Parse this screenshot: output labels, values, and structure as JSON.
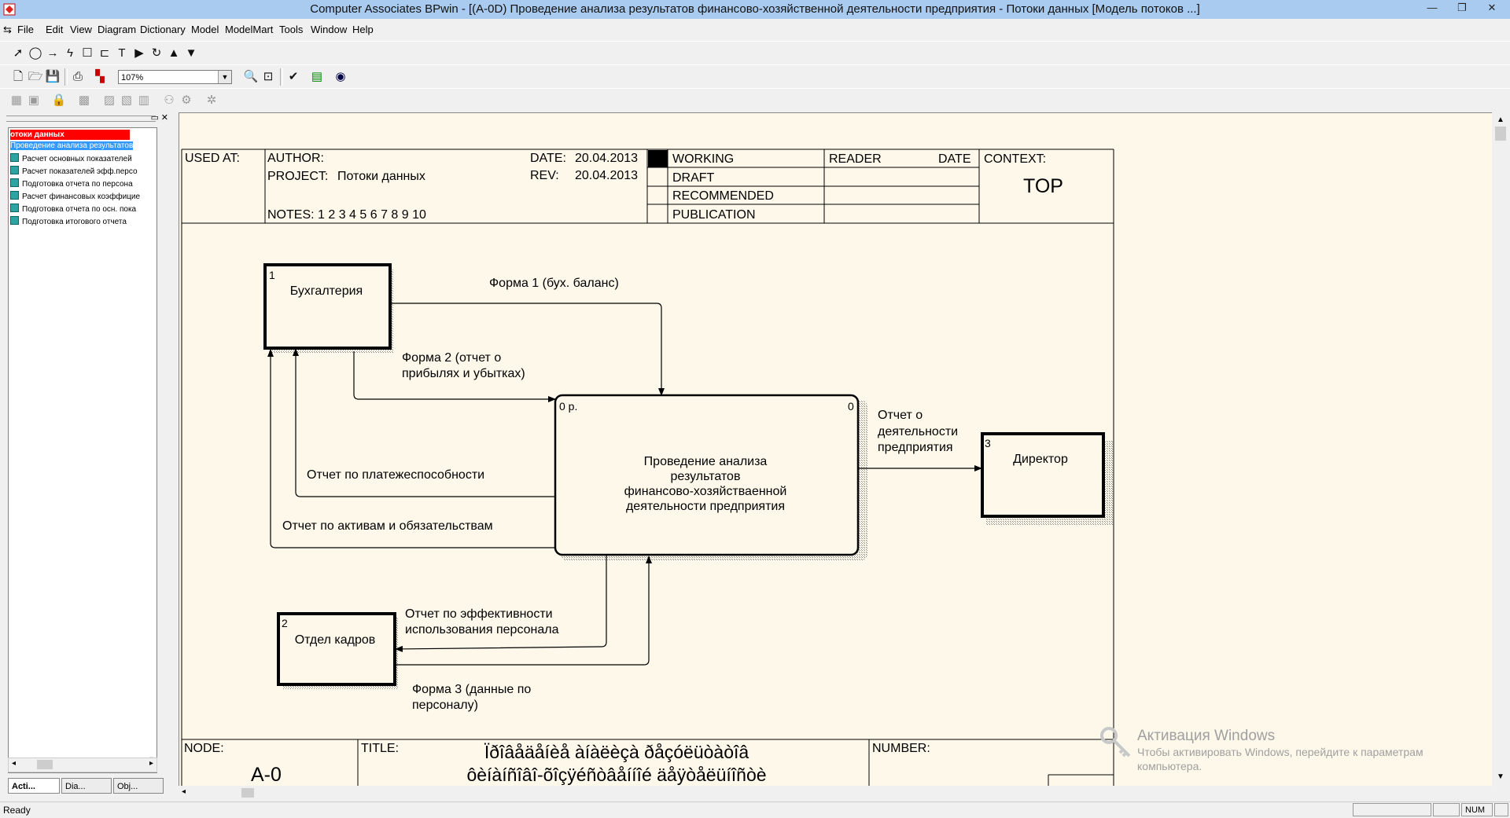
{
  "window": {
    "title": "Computer Associates BPwin - [(A-0D) Проведение анализа  результатов  финансово-хозяйственной  деятельности предприятия - Потоки данных  [Модель потоков ...]",
    "controls": {
      "minimize": "—",
      "restore": "❐",
      "close": "✕"
    }
  },
  "menu": {
    "items": [
      "File",
      "Edit",
      "View",
      "Diagram",
      "Dictionary",
      "Model",
      "ModelMart",
      "Tools",
      "Window",
      "Help"
    ]
  },
  "toolbar": {
    "zoom_value": "107%"
  },
  "tree": {
    "root": "отоки данных",
    "items": [
      "Проведение анализа  результатов",
      "Расчет основных  показателей",
      "Расчет  показателей  эфф.персо",
      "Подготовка отчета  по персона",
      "Расчет финансовых коэффицие",
      "Подготовка отчета по осн. пока",
      "Подготовка  итогового отчета"
    ],
    "tabs": [
      "Acti...",
      "Dia...",
      "Obj..."
    ]
  },
  "diagram": {
    "header": {
      "used_at": "USED AT:",
      "author": "AUTHOR:",
      "project_label": "PROJECT:",
      "project_value": "Потоки данных",
      "notes": "NOTES:  1  2  3  4  5  6  7  8  9  10",
      "date_label": "DATE:",
      "date_value": "20.04.2013",
      "rev_label": "REV:",
      "rev_value": "20.04.2013",
      "status": [
        "WORKING",
        "DRAFT",
        "RECOMMENDED",
        "PUBLICATION"
      ],
      "reader": "READER",
      "reader_date": "DATE",
      "context": "CONTEXT:",
      "context_value": "TOP"
    },
    "boxes": {
      "accounting": {
        "num": "1",
        "label": "Бухгалтерия"
      },
      "hr": {
        "num": "2",
        "label": "Отдел кадров"
      },
      "director": {
        "num": "3",
        "label": "Директор"
      },
      "process": {
        "num_left": "0 р.",
        "num_right": "0",
        "label": [
          "Проведение анализа",
          "результатов",
          "финансово-хозяйстваенной",
          "деятельности предприятия"
        ]
      }
    },
    "flows": {
      "form1": "Форма 1 (бух. баланс)",
      "form2": [
        "Форма 2 (отчет о",
        "прибылях и убытках)"
      ],
      "solvency": "Отчет по платежеспособности",
      "assets": "Отчет по активам и обязательствам",
      "activity": [
        "Отчет о",
        "деятельности",
        "предприятия"
      ],
      "efficiency": [
        "Отчет по эффективности",
        "использования персонала"
      ],
      "form3": [
        "Форма 3 (данные по",
        "персоналу)"
      ]
    },
    "footer": {
      "node_label": "NODE:",
      "node_value": "A-0",
      "title_label": "TITLE:",
      "title_value": [
        "Ïðîâåäåíèå àíàëèçà  ðåçóëüòàòîâ",
        "ôèíàíñîâî-õîçÿéñòâåííîé  äåÿòåëüíîñòè"
      ],
      "number_label": "NUMBER:"
    }
  },
  "status": {
    "text": "Ready",
    "num": "NUM"
  },
  "watermark": {
    "title": "Активация Windows",
    "line1": "Чтобы активировать Windows, перейдите к параметрам",
    "line2": "компьютера."
  }
}
